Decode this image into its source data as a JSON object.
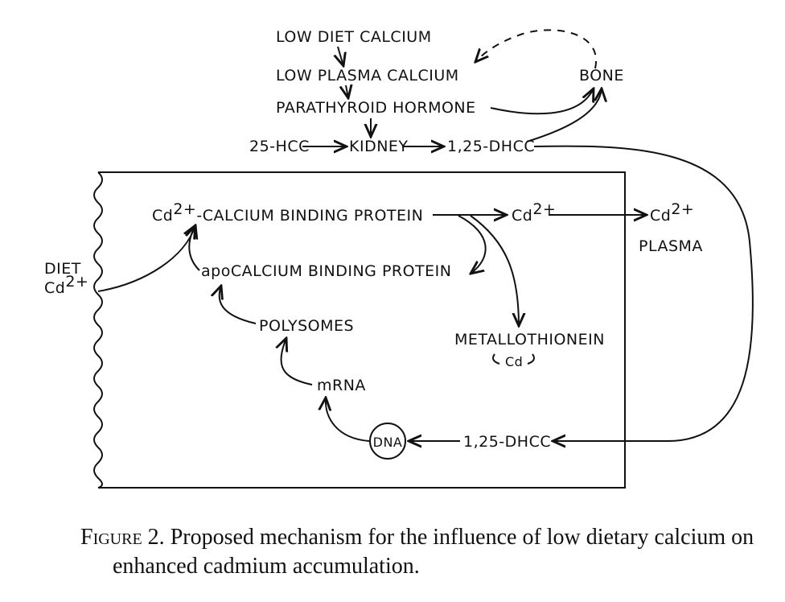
{
  "diagram": {
    "nodes": {
      "low_diet_calcium": "LOW DIET CALCIUM",
      "low_plasma_calcium": "LOW PLASMA CALCIUM",
      "bone": "BONE",
      "parathyroid_hormone": "PARATHYROID HORMONE",
      "hcc": "25-HCC",
      "kidney": "KIDNEY",
      "dhcc_top": "1,25-DHCC",
      "cd_cbp_prefix": "Cd",
      "cd_cbp_rest": "-CALCIUM BINDING PROTEIN",
      "cd_mid": "Cd",
      "cd_plasma": "Cd",
      "superscript": "2+",
      "plasma": "PLASMA",
      "diet": "DIET",
      "diet_cd": "Cd",
      "apo_cbp": "apoCALCIUM BINDING PROTEIN",
      "polysomes": "POLYSOMES",
      "metallothionein": "METALLOTHIONEIN",
      "mt_cd": "Cd",
      "mrna": "mRNA",
      "dna": "DNA",
      "dhcc_bottom": "1,25-DHCC"
    }
  },
  "caption": {
    "figure_label": "Figure 2.",
    "text": "Proposed mechanism for the influence of low dietary calcium on enhanced cadmium accumulation."
  }
}
